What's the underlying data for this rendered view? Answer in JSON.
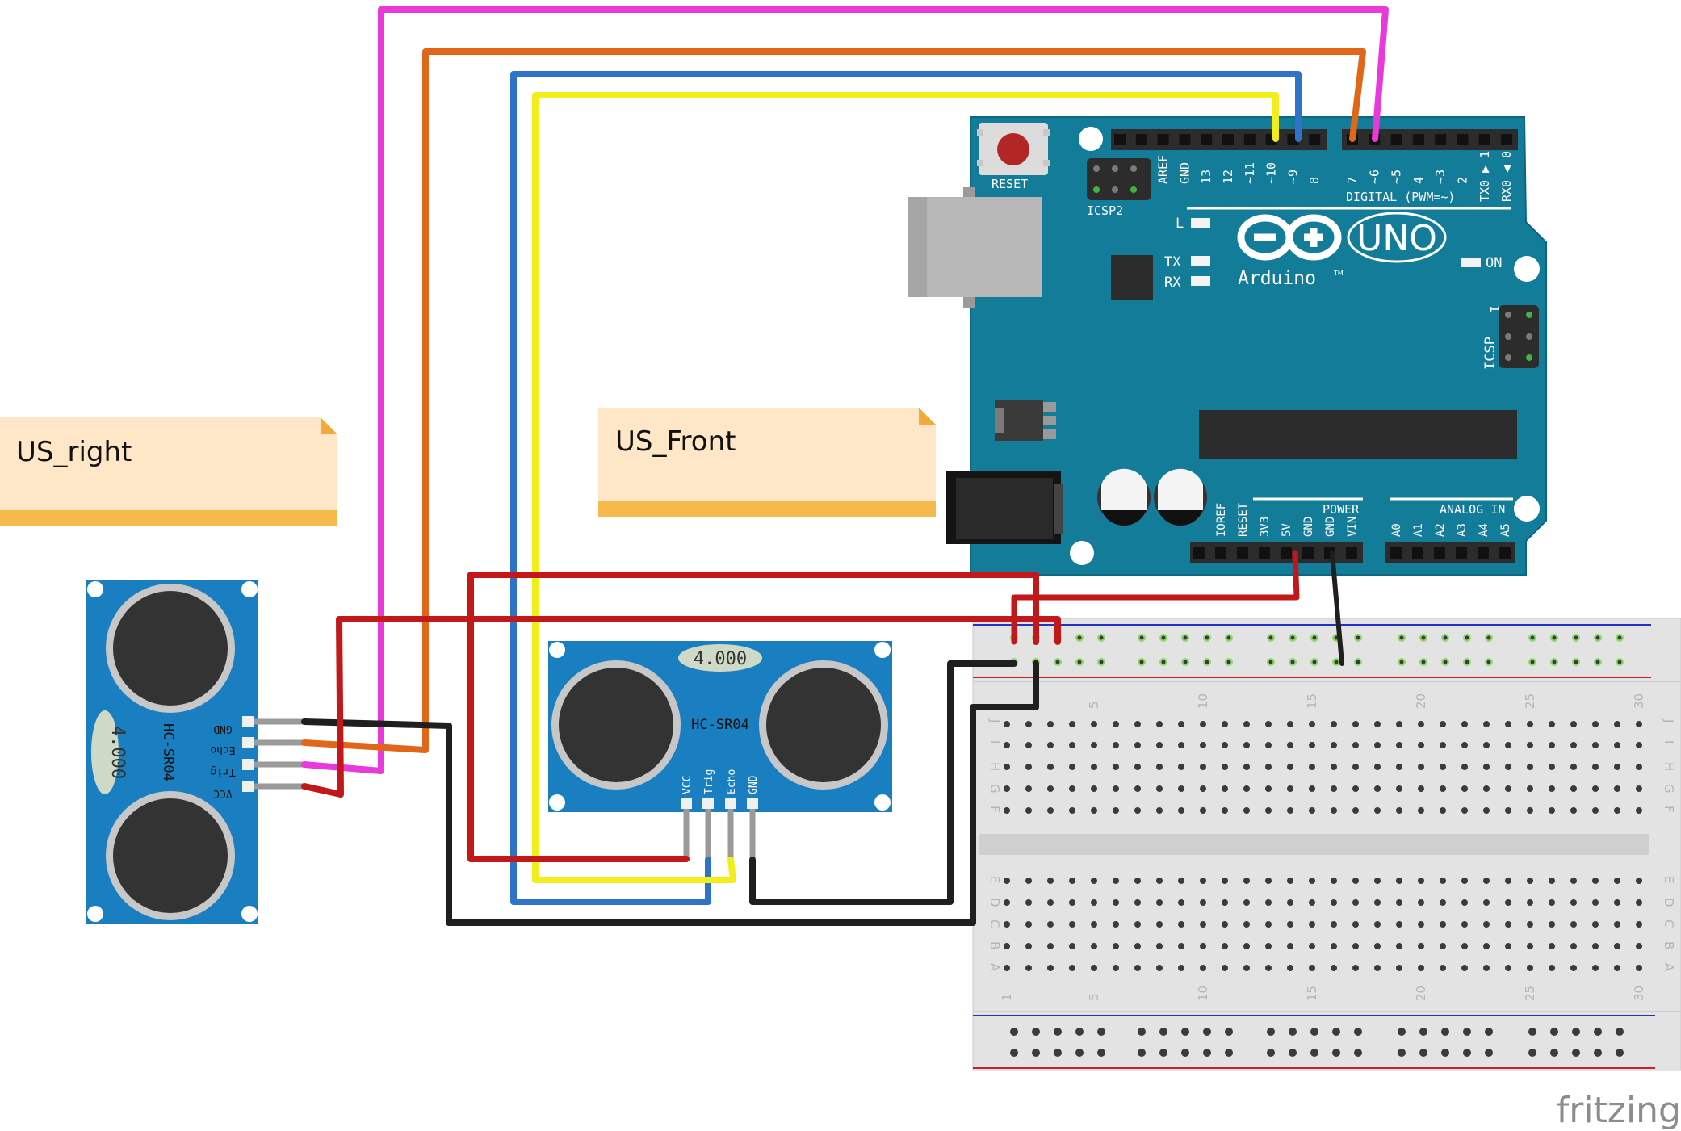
{
  "notes": {
    "us_right": "US_right",
    "us_front": "US_Front"
  },
  "arduino": {
    "reset": "RESET",
    "icsp2": "ICSP2",
    "icsp": "ICSP",
    "icsp_pin1": "1",
    "led_l": "L",
    "led_tx": "TX",
    "led_rx": "RX",
    "led_on": "ON",
    "logo_uno": "UNO",
    "logo_arduino": "Arduino",
    "logo_tm": "TM",
    "digital_label": "DIGITAL (PWM=~)",
    "power_label": "POWER",
    "analog_label": "ANALOG IN",
    "digital_pins": [
      "AREF",
      "GND",
      "13",
      "12",
      "~11",
      "~10",
      "~9",
      "8",
      "7",
      "~6",
      "~5",
      "4",
      "~3",
      "2",
      "TX0 ▶ 1",
      "RX0 ◀ 0"
    ],
    "power_pins": [
      "IOREF",
      "RESET",
      "3V3",
      "5V",
      "GND",
      "GND",
      "VIN"
    ],
    "analog_pins": [
      "A0",
      "A1",
      "A2",
      "A3",
      "A4",
      "A5"
    ]
  },
  "sensor_right": {
    "display": "4.000",
    "model": "HC-SR04",
    "pins": [
      "GND",
      "Echo",
      "Trig",
      "VCC"
    ]
  },
  "sensor_front": {
    "display": "4.000",
    "model": "HC-SR04",
    "pins": [
      "VCC",
      "Trig",
      "Echo",
      "GND"
    ]
  },
  "breadboard": {
    "col_numbers": [
      "5",
      "10",
      "15",
      "20",
      "25",
      "30"
    ],
    "bottom_numbers": [
      "1",
      "5",
      "10",
      "15",
      "20",
      "25",
      "30"
    ],
    "rows_top": [
      "J",
      "I",
      "H",
      "G",
      "F"
    ],
    "rows_bottom": [
      "E",
      "D",
      "C",
      "B",
      "A"
    ]
  },
  "wire_colors": {
    "magenta": "#e83ad8",
    "orange": "#e0661a",
    "blue": "#2f73c9",
    "yellow": "#f2ee1c",
    "red": "#c2181a",
    "black": "#1f1f1f"
  },
  "watermark": "fritzing"
}
